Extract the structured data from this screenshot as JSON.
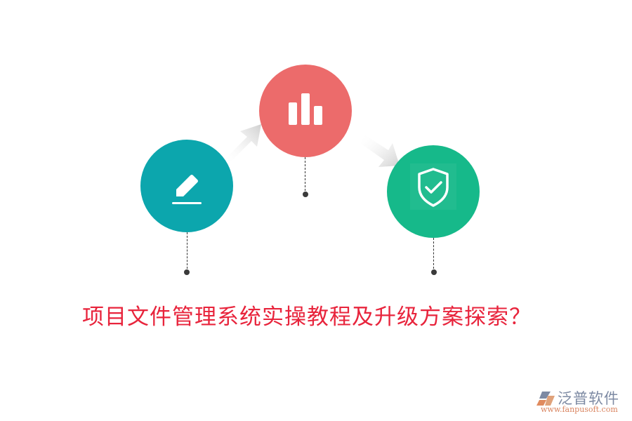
{
  "title": "项目文件管理系统实操教程及升级方案探索？",
  "steps": [
    {
      "name": "edit",
      "icon": "pencil-icon",
      "color": "#0ca6ad"
    },
    {
      "name": "chart",
      "icon": "bar-chart-icon",
      "color": "#ec6b6b"
    },
    {
      "name": "secure",
      "icon": "shield-check-icon",
      "color": "#16b98a"
    }
  ],
  "colors": {
    "title": "#e8243c",
    "arrow": "#d8d8d8",
    "connector": "#333333"
  },
  "logo": {
    "name": "泛普软件",
    "url": "www.fanpusoft.com"
  }
}
